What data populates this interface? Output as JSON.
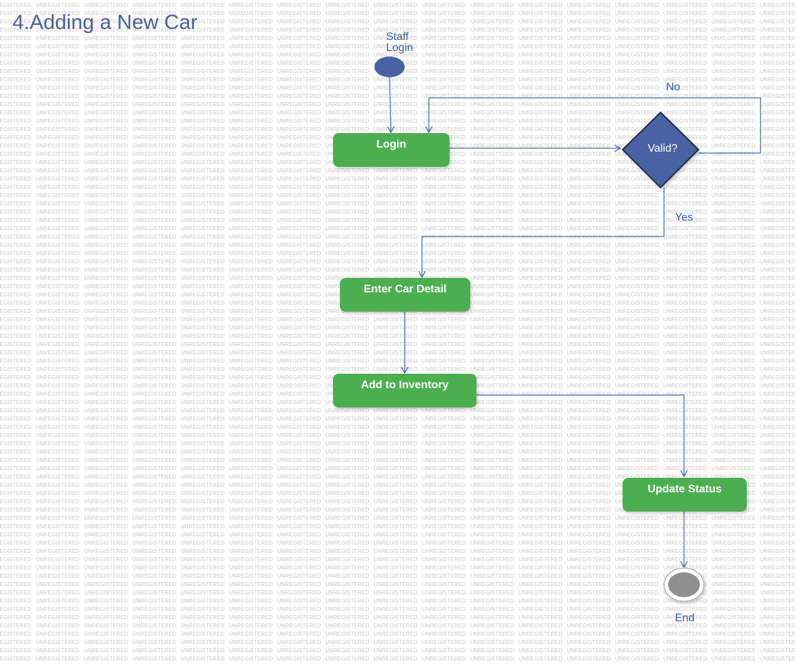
{
  "diagram": {
    "title": "4.Adding a New Car",
    "watermark": "UNREGISTERED",
    "start": {
      "label_line1": "Staff",
      "label_line2": "Login"
    },
    "nodes": {
      "login": "Login",
      "valid": "Valid?",
      "enter_car_detail": "Enter Car Detail",
      "add_to_inventory": "Add to Inventory",
      "update_status": "Update Status"
    },
    "edges": {
      "no": "No",
      "yes": "Yes"
    },
    "end": {
      "label": "End"
    },
    "colors": {
      "action_fill": "#4caf50",
      "decision_fill": "#4a62a3",
      "start_fill": "#4a62a3",
      "end_fill": "#8f8f8f",
      "edge": "#4a6aa8",
      "title": "#4a6096",
      "watermark": "#d9d9d9"
    }
  }
}
